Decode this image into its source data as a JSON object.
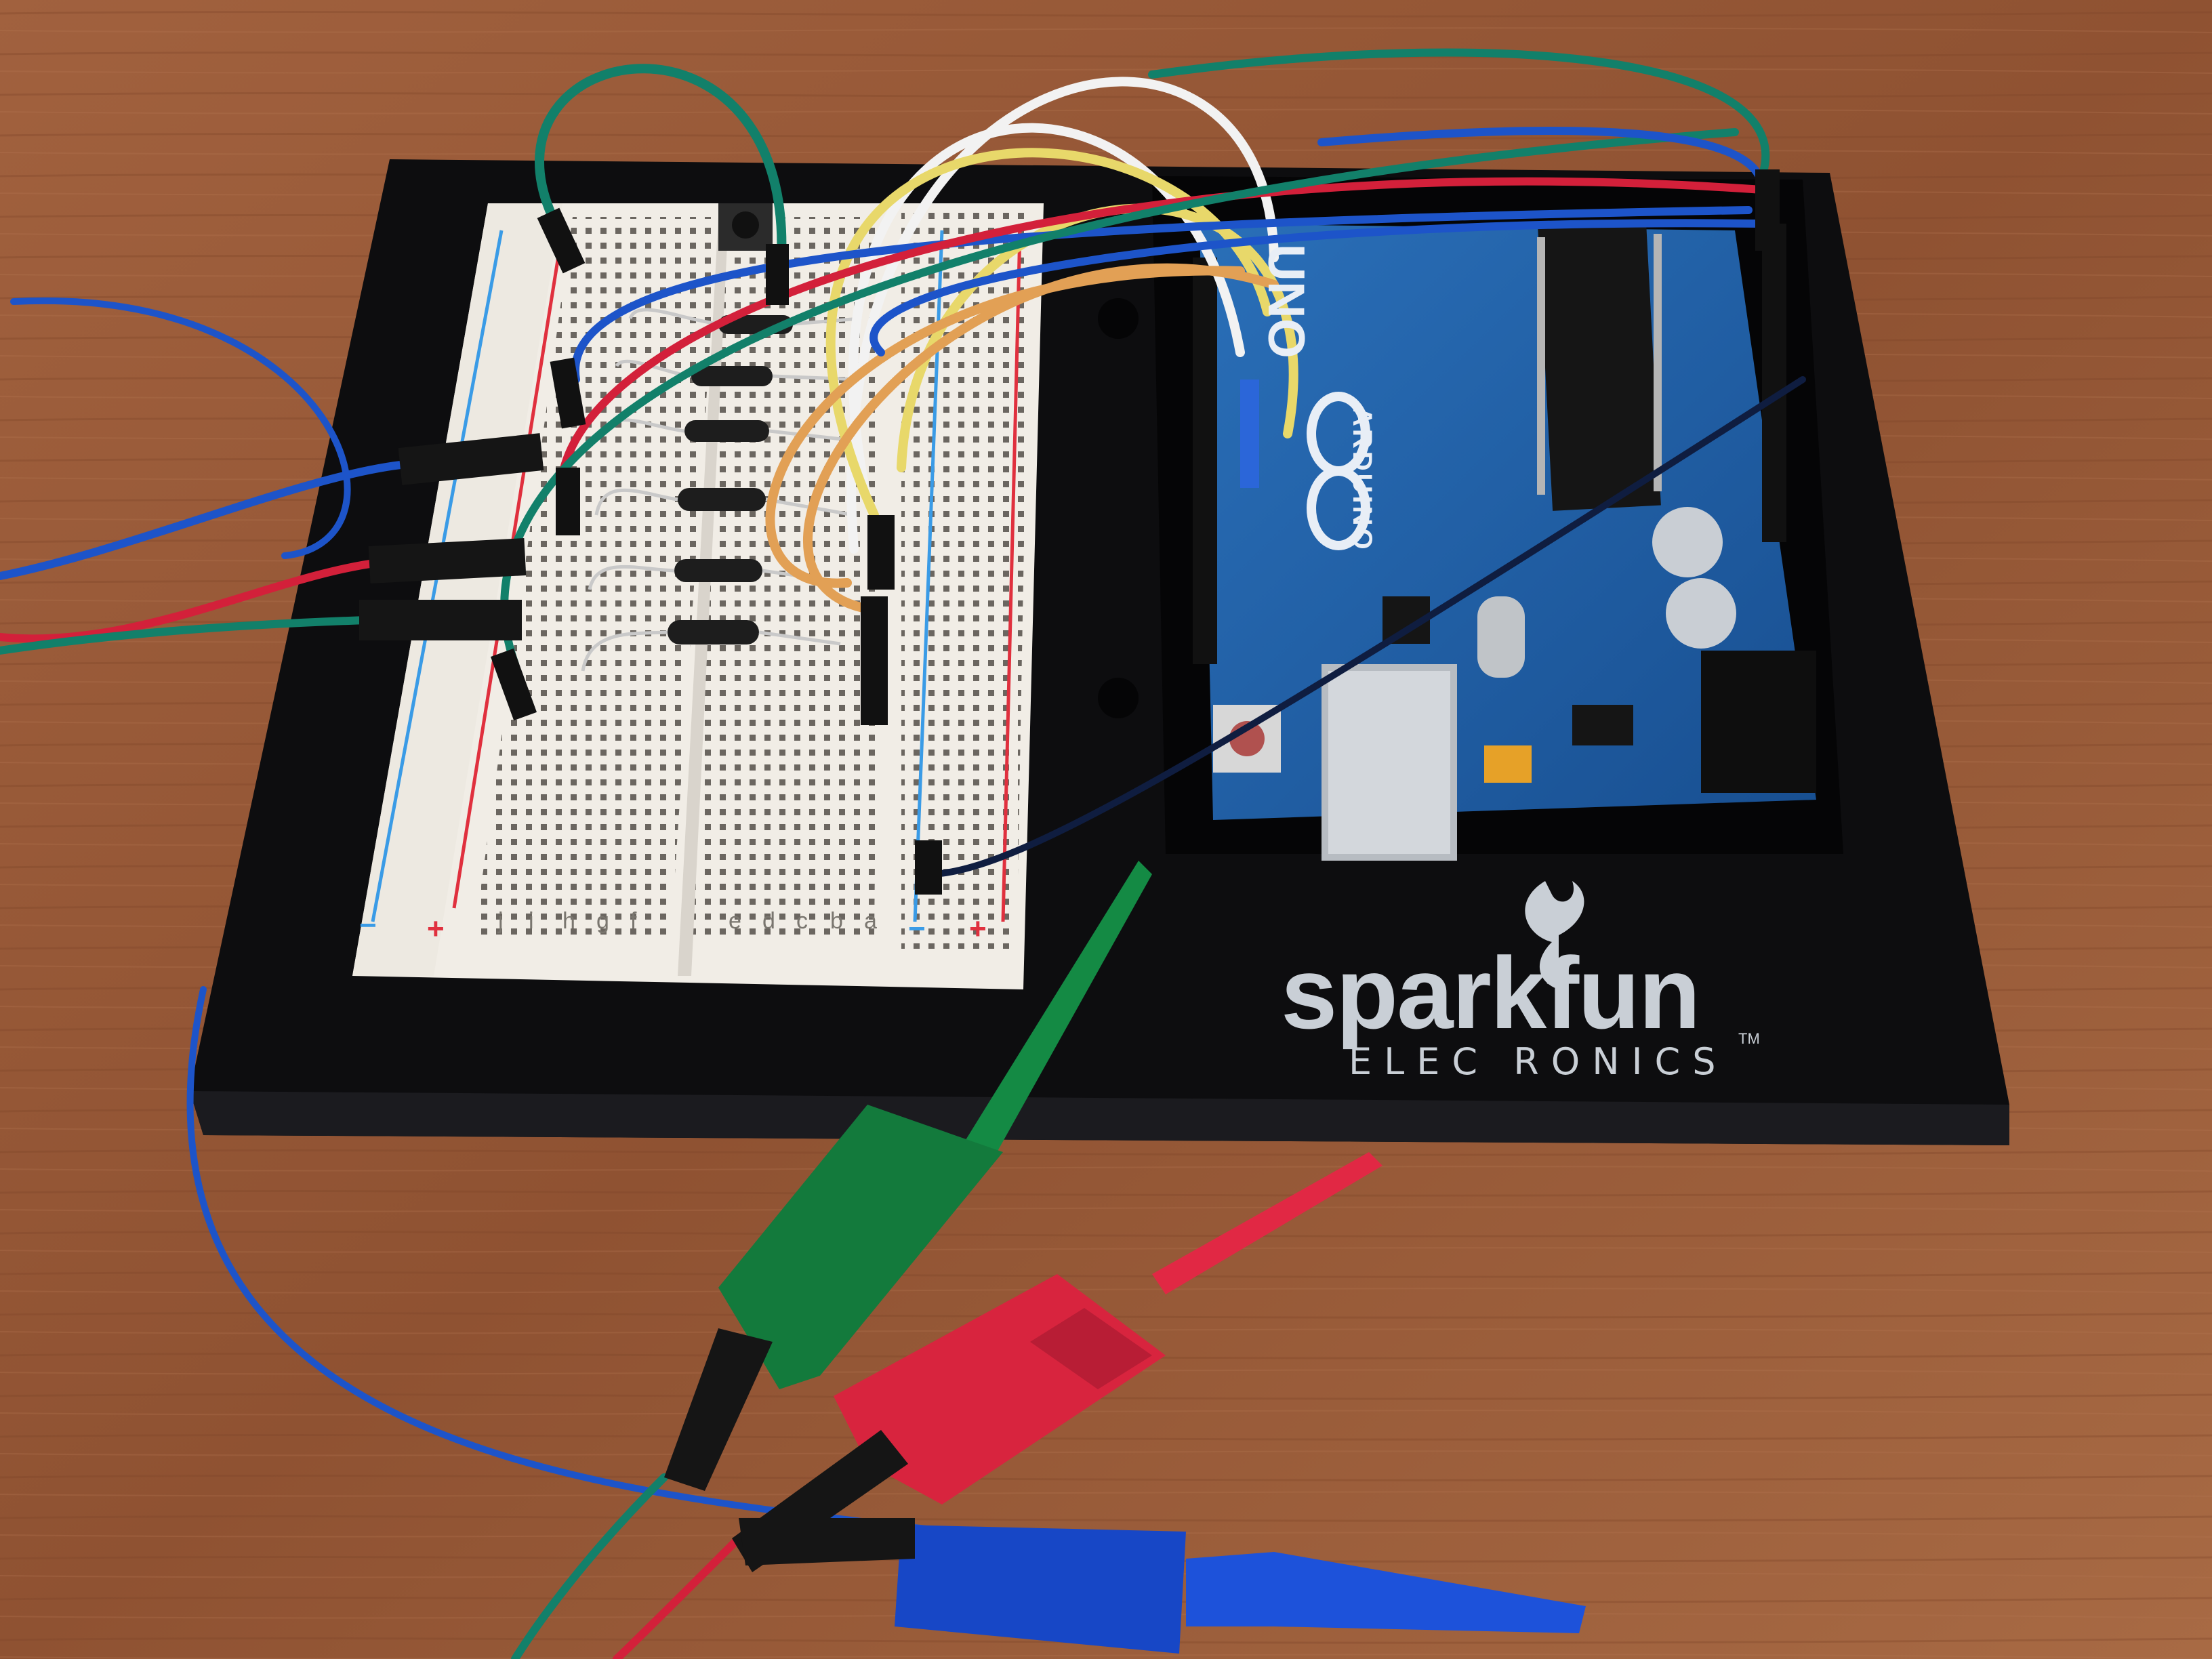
{
  "photo": {
    "subject": "Arduino UNO on SparkFun breadboard holder with logic probe clips",
    "colors": {
      "table": "#9a5a38",
      "table_dark": "#7d4528",
      "holder": "#0d0d0f",
      "breadboard": "#f1ede6",
      "arduino": "#1f5fa6",
      "wire_blue": "#1d54c9",
      "wire_red": "#d3203a",
      "wire_green": "#12806a",
      "wire_white": "#f2f2f2",
      "wire_yellow": "#e8d86a",
      "wire_orange": "#e2a055",
      "clip_green": "#137a3c",
      "clip_red": "#d8243e",
      "clip_blue": "#1747c6"
    }
  },
  "logo": {
    "brand": "sparkfun",
    "tm": "TM",
    "subtitle": "ELEC  RONICS"
  },
  "arduino": {
    "model": "UNO",
    "brand": "ARDUINO"
  },
  "breadboard": {
    "column_letters": [
      "j",
      "i",
      "h",
      "g",
      "f",
      "e",
      "d",
      "c",
      "b",
      "a"
    ]
  }
}
